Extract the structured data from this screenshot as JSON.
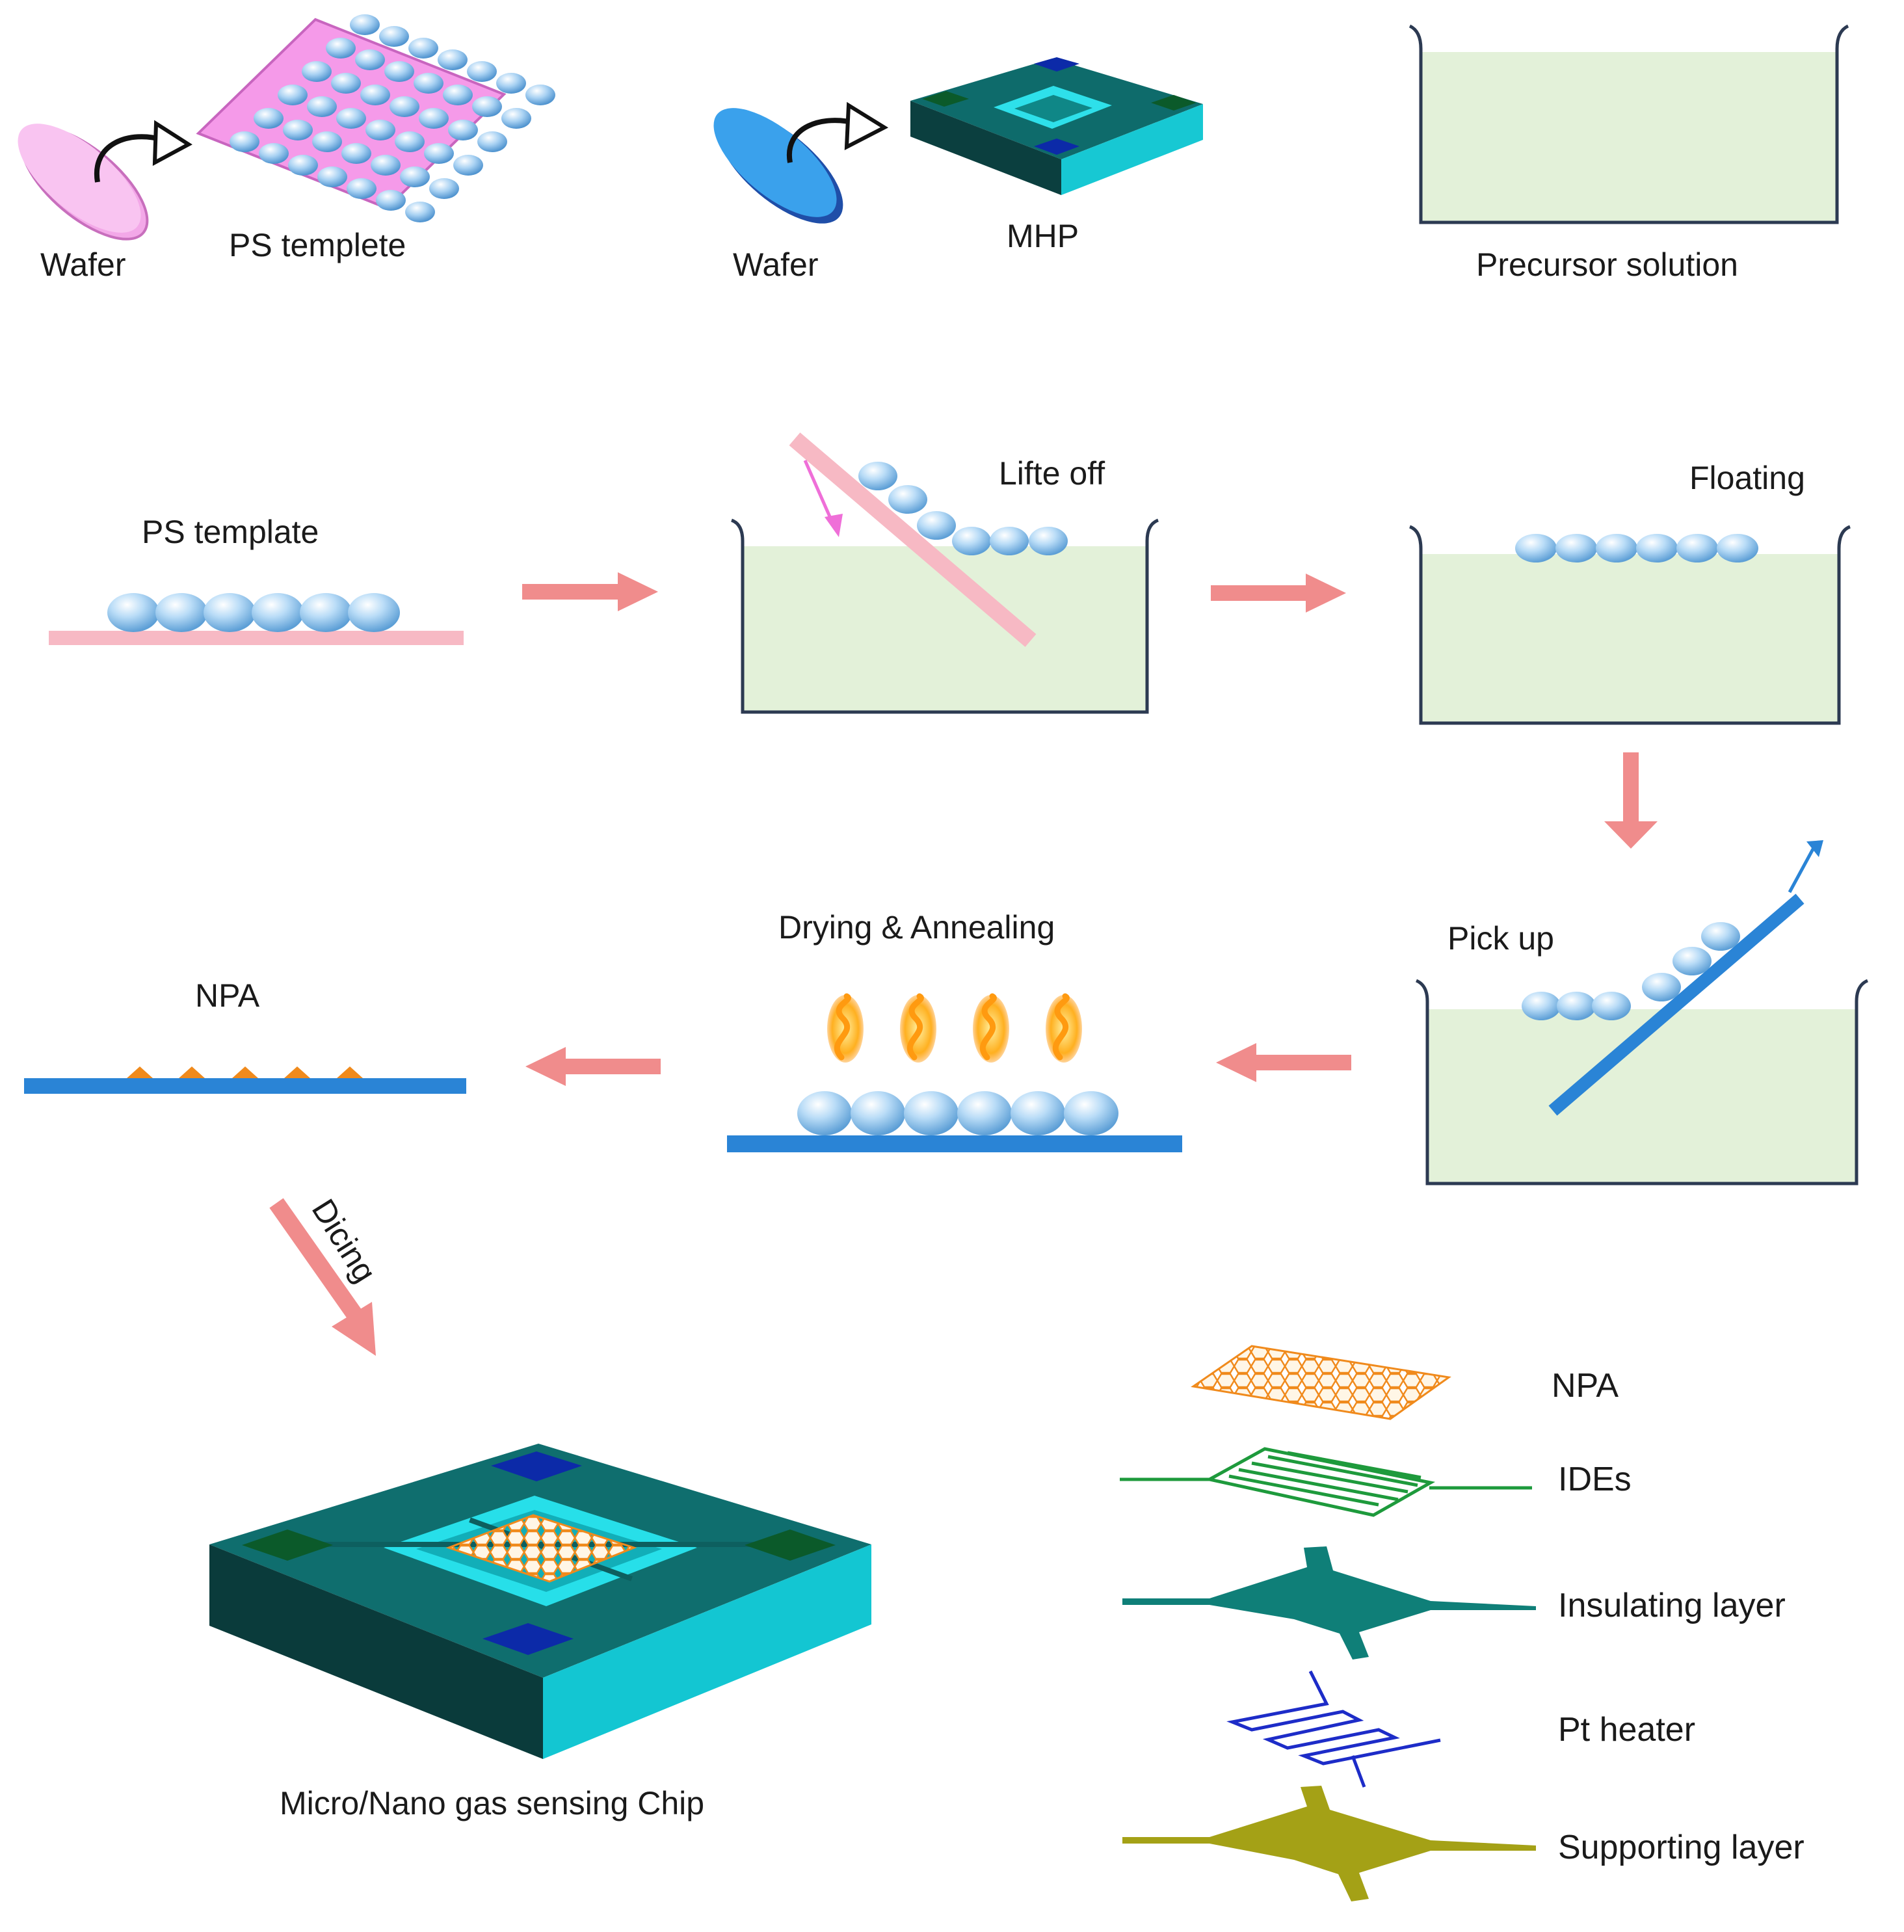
{
  "row1": {
    "wafer_left": "Wafer",
    "ps_templete": "PS templete",
    "wafer_mid": "Wafer",
    "mhp": "MHP",
    "precursor_solution": "Precursor solution"
  },
  "row2": {
    "ps_template": "PS template",
    "lifte_off": "Lifte off",
    "floating": "Floating"
  },
  "row3": {
    "pick_up": "Pick up",
    "drying_annealing": "Drying & Annealing",
    "npa": "NPA"
  },
  "dicing": "Dicing",
  "chip_caption": "Micro/Nano gas sensing Chip",
  "legend": [
    {
      "label": "NPA"
    },
    {
      "label": "IDEs"
    },
    {
      "label": "Insulating layer"
    },
    {
      "label": "Pt heater"
    },
    {
      "label": "Supporting layer"
    }
  ],
  "colors": {
    "solution": "#e3f1d9",
    "pink_substrate": "#f7b9c4",
    "blue_substrate": "#2a84d6",
    "flow_arrow": "#f08c8c",
    "chip_top": "#0f6e6e",
    "chip_side": "#13c6d2",
    "pad_green": "#0b5a2a",
    "pad_blue": "#0c2aa8",
    "npa_orange": "#f08a1c",
    "ide_green": "#1e9a3c",
    "insulating": "#0f7f78",
    "pt_heater": "#1d2cc8",
    "supporting": "#a4a116"
  }
}
